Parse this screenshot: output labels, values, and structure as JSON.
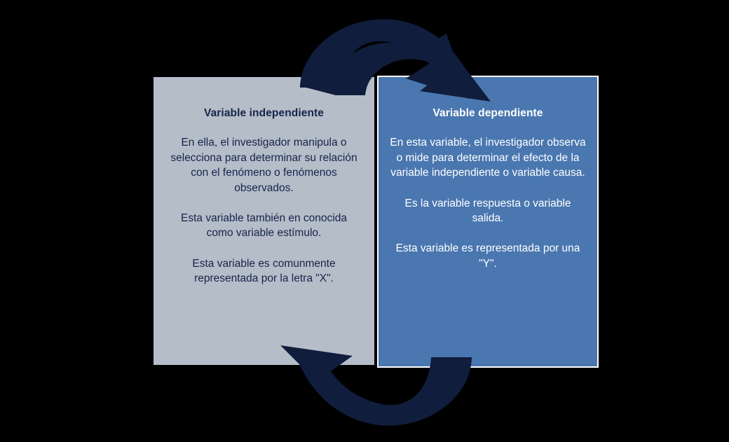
{
  "diagram": {
    "type": "two-panel cyclical relationship diagram",
    "background_color": "#000000",
    "arrow_color": "#101d3c",
    "panels": [
      {
        "id": "independiente",
        "title": "Variable independiente",
        "background_color": "#b5bdc9",
        "text_color": "#16244a",
        "paragraphs": [
          "En ella, el investigador manipula o selecciona para determinar su relación con el fenómeno o fenómenos observados.",
          "Esta variable también en conocida como variable estímulo.",
          "Esta variable es comunmente representada por la letra \"X\"."
        ]
      },
      {
        "id": "dependiente",
        "title": "Variable dependiente",
        "background_color": "#4a77b0",
        "text_color": "#ffffff",
        "paragraphs": [
          "En esta variable, el investigador observa o mide para determinar el efecto de la variable independiente o variable causa.",
          "Es la variable respuesta o variable salida.",
          "Esta variable es representada por una \"Y\"."
        ]
      }
    ],
    "arrows": [
      {
        "id": "top-arrow",
        "name": "arrow-independent-to-dependent",
        "direction": "from independent panel, curving up and over, pointing down into dependent panel"
      },
      {
        "id": "bottom-arrow",
        "name": "arrow-dependent-to-independent",
        "direction": "from dependent panel, curving down and under, pointing up into independent panel"
      }
    ]
  }
}
